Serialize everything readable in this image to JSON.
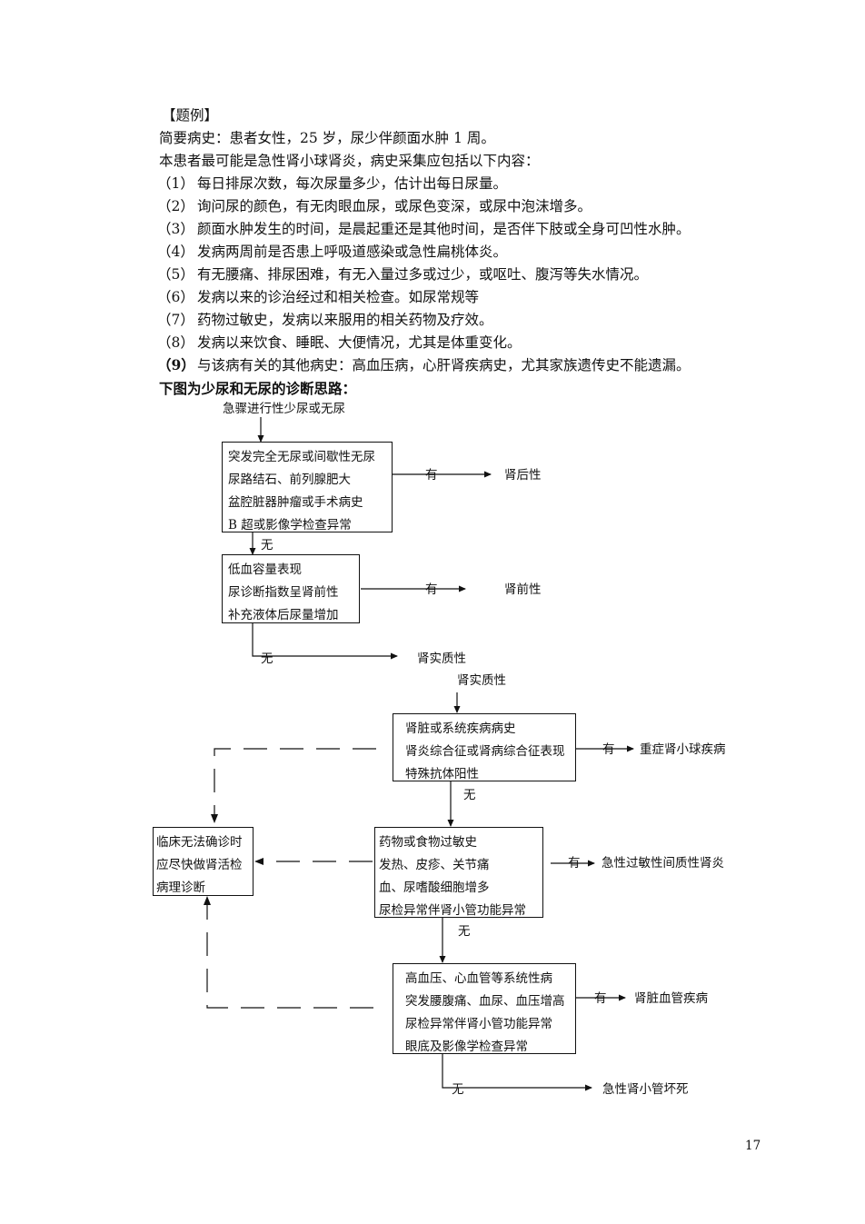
{
  "case": {
    "heading": "【题例】",
    "summary": "简要病史：患者女性，25 岁，尿少伴颜面水肿 1 周。",
    "intro": "本患者最可能是急性肾小球肾炎，病史采集应包括以下内容：",
    "items": [
      {
        "num": "（1）",
        "text": "每日排尿次数，每次尿量多少，估计出每日尿量。"
      },
      {
        "num": "（2）",
        "text": "询问尿的颜色，有无肉眼血尿，或尿色变深，或尿中泡沫增多。"
      },
      {
        "num": "（3）",
        "text": "颜面水肿发生的时间，是晨起重还是其他时间，是否伴下肢或全身可凹性水肿。"
      },
      {
        "num": "（4）",
        "text": "发病两周前是否患上呼吸道感染或急性扁桃体炎。"
      },
      {
        "num": "（5）",
        "text": "有无腰痛、排尿困难，有无入量过多或过少，或呕吐、腹泻等失水情况。"
      },
      {
        "num": "（6）",
        "text": "发病以来的诊治经过和相关检查。如尿常规等"
      },
      {
        "num": "（7）",
        "text": "药物过敏史，发病以来服用的相关药物及疗效。"
      },
      {
        "num": "（8）",
        "text": "发病以来饮食、睡眠、大便情况，尤其是体重变化。"
      },
      {
        "num": "（9）",
        "text": "与该病有关的其他病史：高血压病，心肝肾疾病史，尤其家族遗传史不能遗漏。"
      }
    ],
    "flow_title": "下图为少尿和无尿的诊断思路："
  },
  "flow1": {
    "start": "急骤进行性少尿或无尿",
    "box1": [
      "突发完全无尿或间歇性无尿",
      "尿路结石、前列腺肥大",
      "盆腔脏器肿瘤或手术病史",
      "B 超或影像学检查异常"
    ],
    "yes1": "有",
    "out1": "肾后性",
    "no1": "无",
    "box2": [
      "低血容量表现",
      "尿诊断指数呈肾前性",
      "补充液体后尿量增加"
    ],
    "yes2": "有",
    "out2": "肾前性",
    "no2": "无",
    "out3": "肾实质性"
  },
  "flow2": {
    "start": "肾实质性",
    "boxA": [
      "肾脏或系统疾病病史",
      "肾炎综合征或肾病综合征表现",
      "特殊抗体阳性"
    ],
    "yesA": "有",
    "outA": "重症肾小球疾病",
    "noA": "无",
    "boxB": [
      "药物或食物过敏史",
      "发热、皮疹、关节痛",
      "血、尿嗜酸细胞增多",
      "尿检异常伴肾小管功能异常"
    ],
    "yesB": "有",
    "outB": "急性过敏性间质性肾炎",
    "noB": "无",
    "boxC": [
      "高血压、心血管等系统性病",
      "突发腰腹痛、血尿、血压增高",
      "尿检异常伴肾小管功能异常",
      "眼底及影像学检查异常"
    ],
    "yesC": "有",
    "outC": "肾脏血管疾病",
    "noC": "无",
    "outD": "急性肾小管坏死",
    "boxL": [
      "临床无法确诊时",
      "应尽快做肾活检",
      "病理诊断"
    ]
  },
  "page_number": "17"
}
